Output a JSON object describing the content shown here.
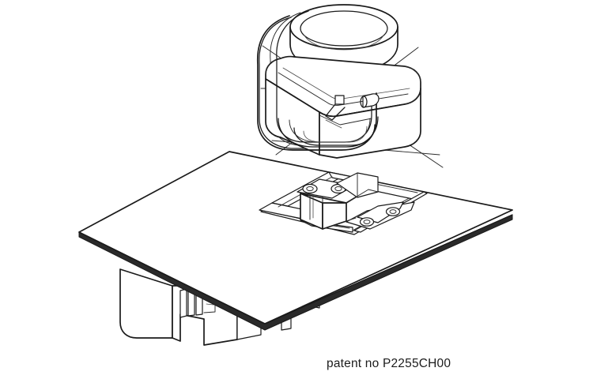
{
  "figure": {
    "title": "Exploded isometric assembly drawing",
    "caption": "patent no P2255CH00",
    "background_color": "#ffffff",
    "line_color": "#1a1a1a",
    "thin_line_color": "#555555",
    "fill_color": "#ffffff"
  },
  "parts": {
    "knob": {
      "name": "knob cap assembly",
      "label": "upper knob / cap component",
      "position": "top-center",
      "features": [
        "cylindrical top boss with concentric bore",
        "rounded rectangular shroud body",
        "side sweep band",
        "internal square tab",
        "cylindrical locating pin"
      ]
    },
    "panel": {
      "name": "mounting panel",
      "label": "flat rectangular panel with thickness edge",
      "position": "center",
      "features": [
        "beveled front edge",
        "rectangular cut-out aperture",
        "underside housing box"
      ]
    },
    "mechanism": {
      "name": "latch mechanism",
      "label": "mounting bracket and strap with fastener holes",
      "position": "panel-center",
      "fastener_holes": 4,
      "features": [
        "raised bracket block",
        "two upper screw bosses",
        "two lower screw bosses",
        "recessed frame rails"
      ]
    },
    "housing": {
      "name": "underside housing",
      "label": "rounded box enclosure below panel",
      "position": "lower-left",
      "features": [
        "rounded corner shell",
        "ribbed connector stack",
        "step flange"
      ]
    },
    "assembly_lines": {
      "name": "assembly projection lines",
      "label": "alignment lines from knob to panel aperture",
      "count": 4
    }
  }
}
